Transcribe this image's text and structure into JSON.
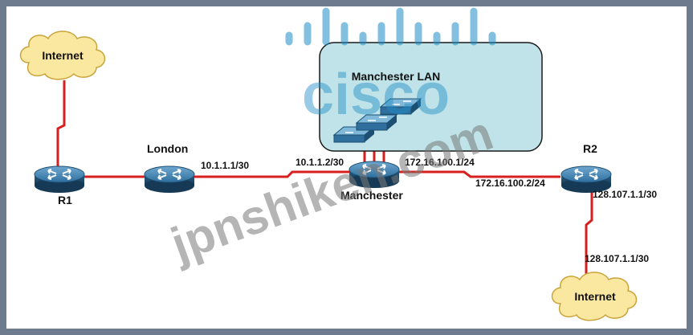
{
  "watermarks": {
    "logo": "cisco",
    "site": "jpnshiken.com"
  },
  "clouds": {
    "top_left": "Internet",
    "bottom_right": "Internet"
  },
  "lan": {
    "label": "Manchester LAN"
  },
  "routers": {
    "r1": "R1",
    "london": "London",
    "manchester": "Manchester",
    "r2": "R2"
  },
  "interfaces": {
    "london_ip": "10.1.1.1/30",
    "manchester_left_ip": "10.1.1.2/30",
    "manchester_right_ip": "172.16.100.1/24",
    "r2_left_ip": "172.16.100.2/24",
    "r2_down_ip": "128.107.1.1/30",
    "internet_ip": "128.107.1.1/30"
  },
  "colors": {
    "link": "#d81f1f",
    "cloud": "#fbe8a0",
    "lan_box": "#bfe3e8",
    "router": "#2f6f9e",
    "logo": "#1e8ec8"
  }
}
